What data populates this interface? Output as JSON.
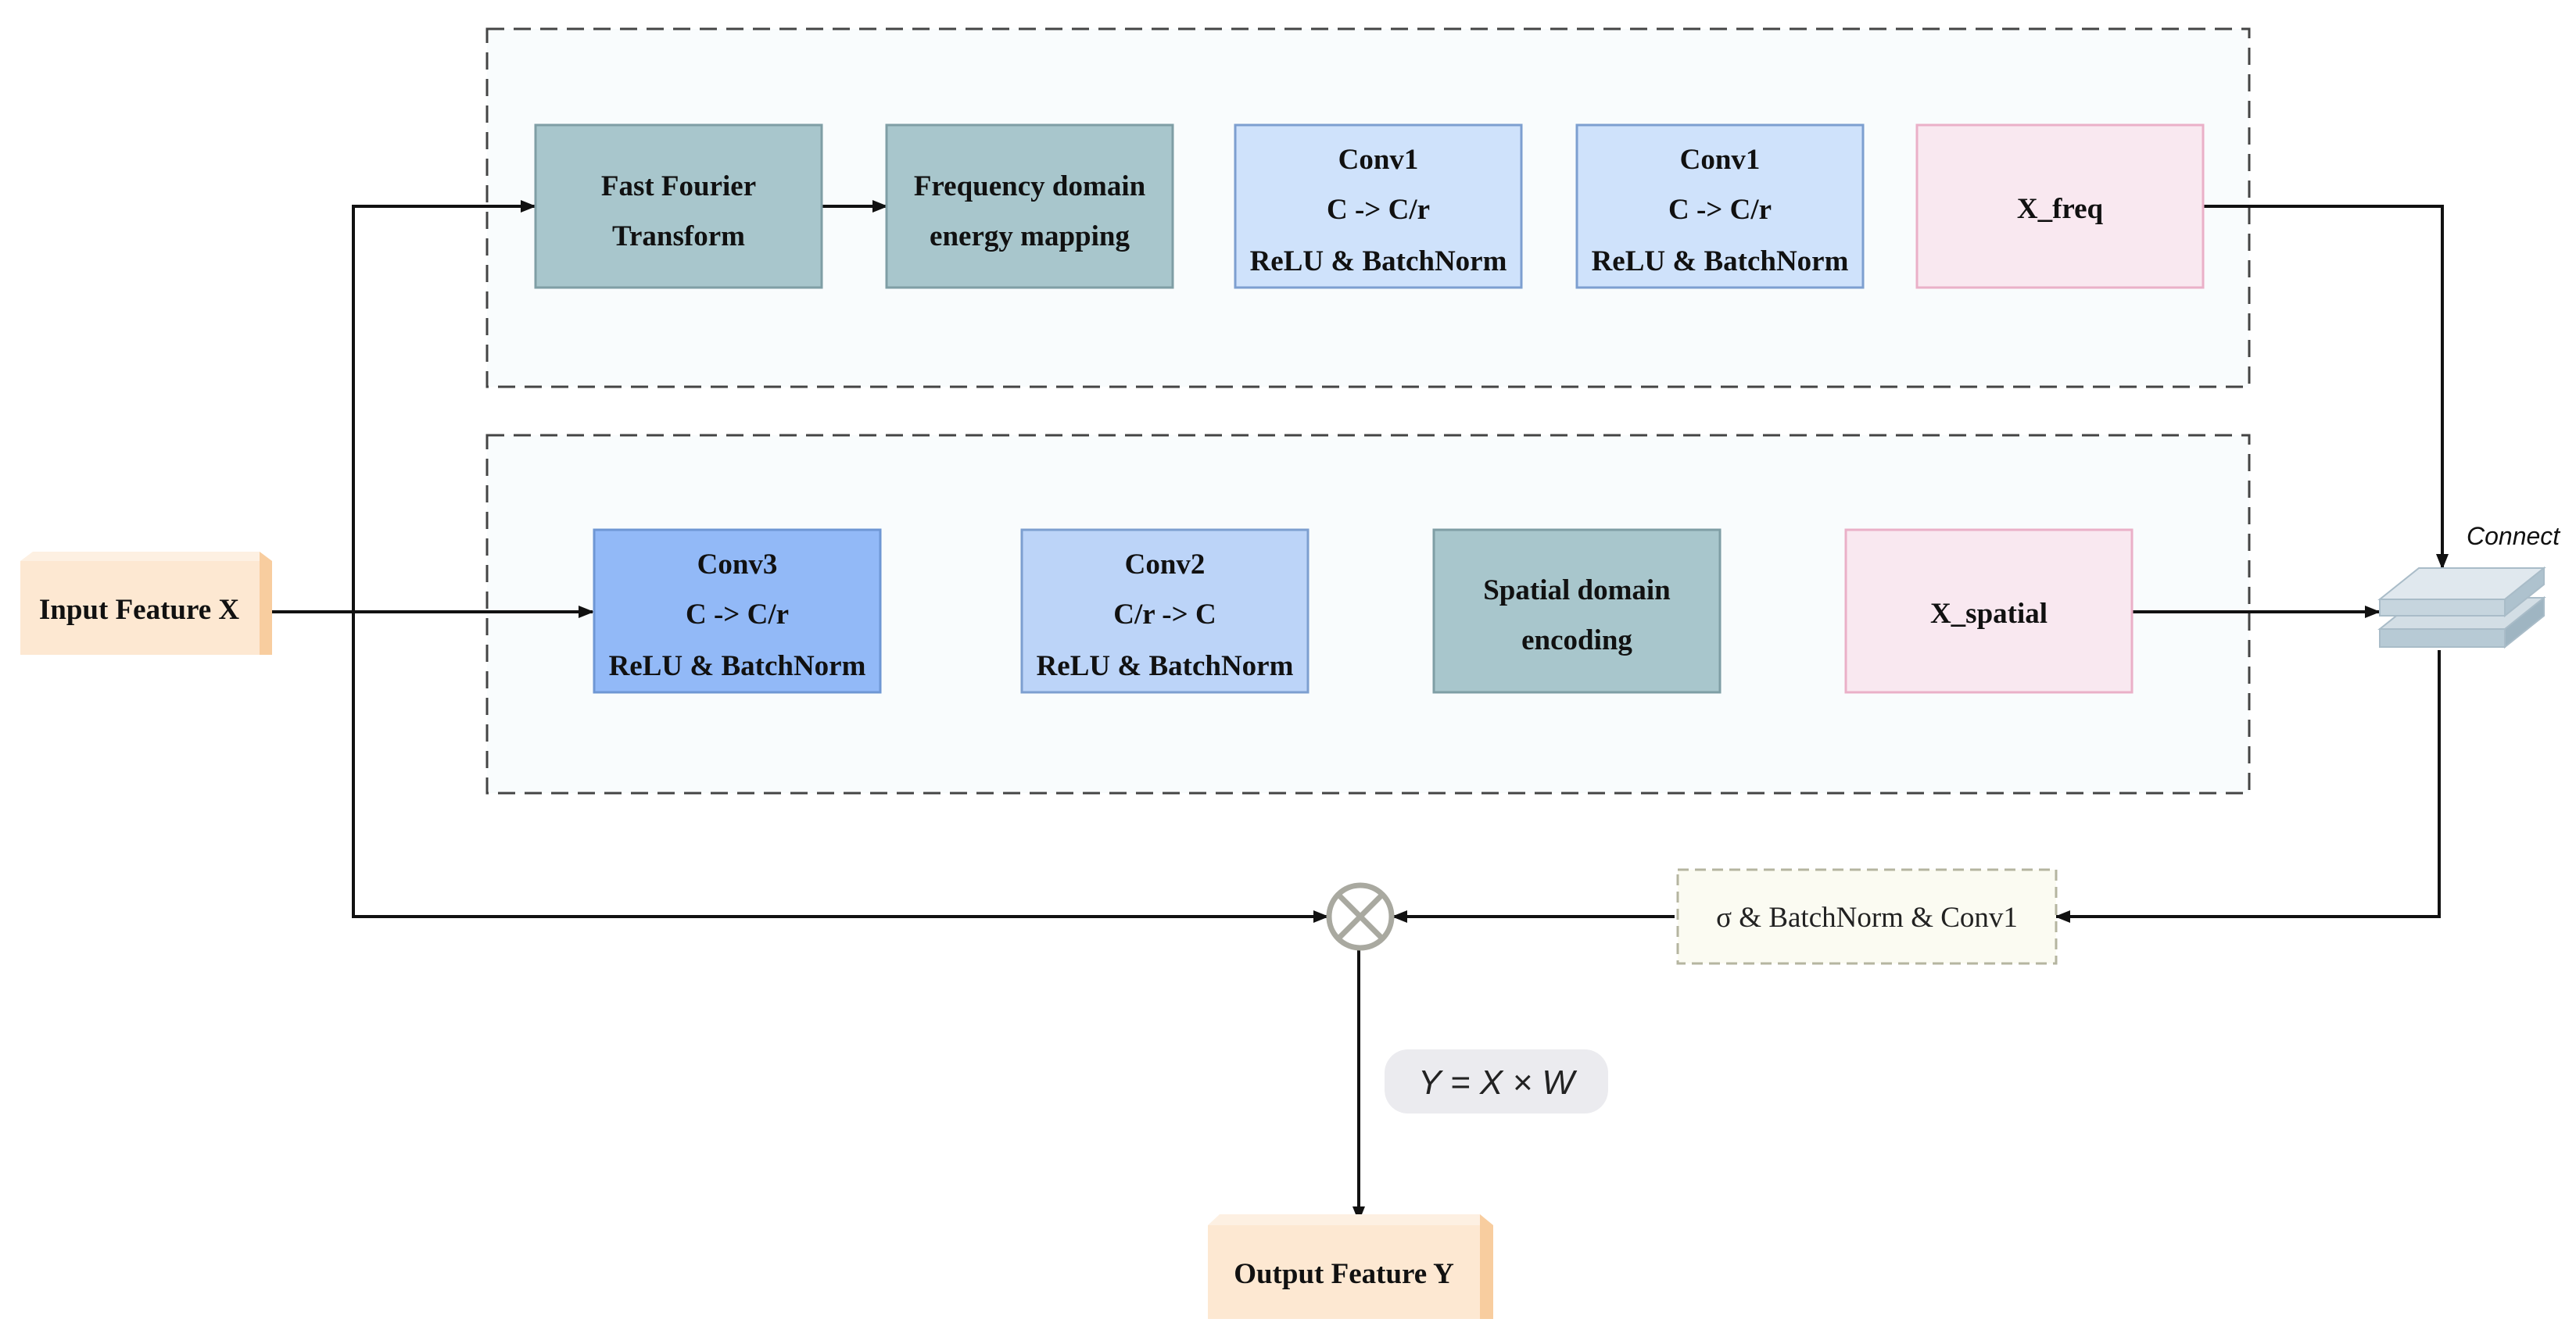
{
  "colors": {
    "teal": "#a8c6cc",
    "teal_border": "#7f9ea5",
    "light_blue": "#cfe2fb",
    "light_blue_border": "#7d9fd0",
    "mid_blue": "#bcd4f8",
    "dark_blue": "#92b9f7",
    "pink": "#f9e8f0",
    "pink_border": "#eab0c8",
    "peach": "#fde8d2",
    "peach_shade": "#f8cd9f",
    "panel_fill": "#f9fcfd",
    "sigma_fill": "#fbfbf2",
    "formula_fill": "#ebebef",
    "stack": "#d3dee5",
    "line": "#111111"
  },
  "input": {
    "label": "Input Feature X"
  },
  "output": {
    "label": "Output Feature Y"
  },
  "freq_branch": {
    "fft": [
      "Fast Fourier",
      "Transform"
    ],
    "energy": [
      "Frequency domain",
      "energy mapping"
    ],
    "conv1_a": [
      "Conv1",
      "C -> C/r",
      "ReLU & BatchNorm"
    ],
    "conv1_b": [
      "Conv1",
      "C -> C/r",
      "ReLU & BatchNorm"
    ],
    "x_freq": "X_freq"
  },
  "spatial_branch": {
    "conv3": [
      "Conv3",
      "C -> C/r",
      "ReLU & BatchNorm"
    ],
    "conv2": [
      "Conv2",
      "C/r -> C",
      "ReLU & BatchNorm"
    ],
    "encoding": [
      "Spatial domain",
      "encoding"
    ],
    "x_spatial": "X_spatial"
  },
  "connect": {
    "label": "Connect"
  },
  "sigma": {
    "label": "σ & BatchNorm & Conv1"
  },
  "formula": {
    "label": "Y = X × W"
  }
}
